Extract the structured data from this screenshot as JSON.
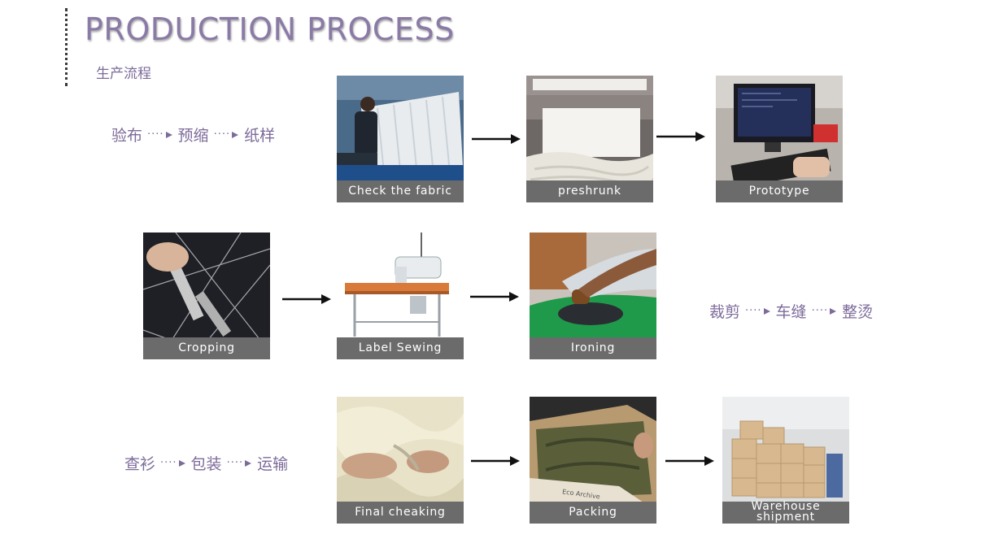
{
  "header": {
    "title": "PRODUCTION PROCESS",
    "subtitle": "生产流程"
  },
  "rows": [
    {
      "flow": [
        "验布",
        "预缩",
        "纸样"
      ],
      "steps": [
        "Check the fabric",
        "preshrunk",
        "Prototype"
      ]
    },
    {
      "flow": [
        "裁剪",
        "车缝",
        "整烫"
      ],
      "steps": [
        "Cropping",
        "Label Sewing",
        "Ironing"
      ]
    },
    {
      "flow": [
        "查衫",
        "包装",
        "运输"
      ],
      "steps": [
        "Final cheaking",
        "Packing",
        "Warehouse shipment"
      ]
    }
  ],
  "box_label": "Eco Archive",
  "colors": {
    "title": "#8a7aa6",
    "flow_text": "#7d6b9a",
    "caption_bg": "#6b6b6b",
    "arrow": "#111111"
  },
  "icons": [
    "fabric-inspection-photo",
    "preshrink-machine-photo",
    "computer-pattern-photo",
    "fabric-cutting-photo",
    "sewing-machine-photo",
    "ironing-photo",
    "garment-check-photo",
    "packing-box-photo",
    "warehouse-boxes-photo"
  ]
}
